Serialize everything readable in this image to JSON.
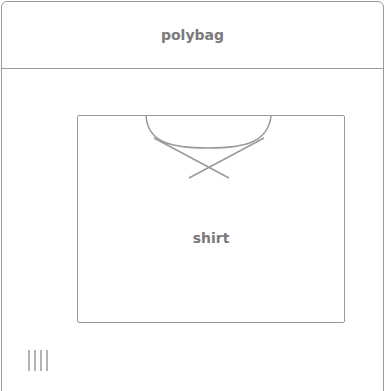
{
  "diagram": {
    "nodes": [
      {
        "text": [
          "polybag"
        ]
      },
      {
        "text": [
          "shirt"
        ],
        "in": 0
      }
    ]
  }
}
